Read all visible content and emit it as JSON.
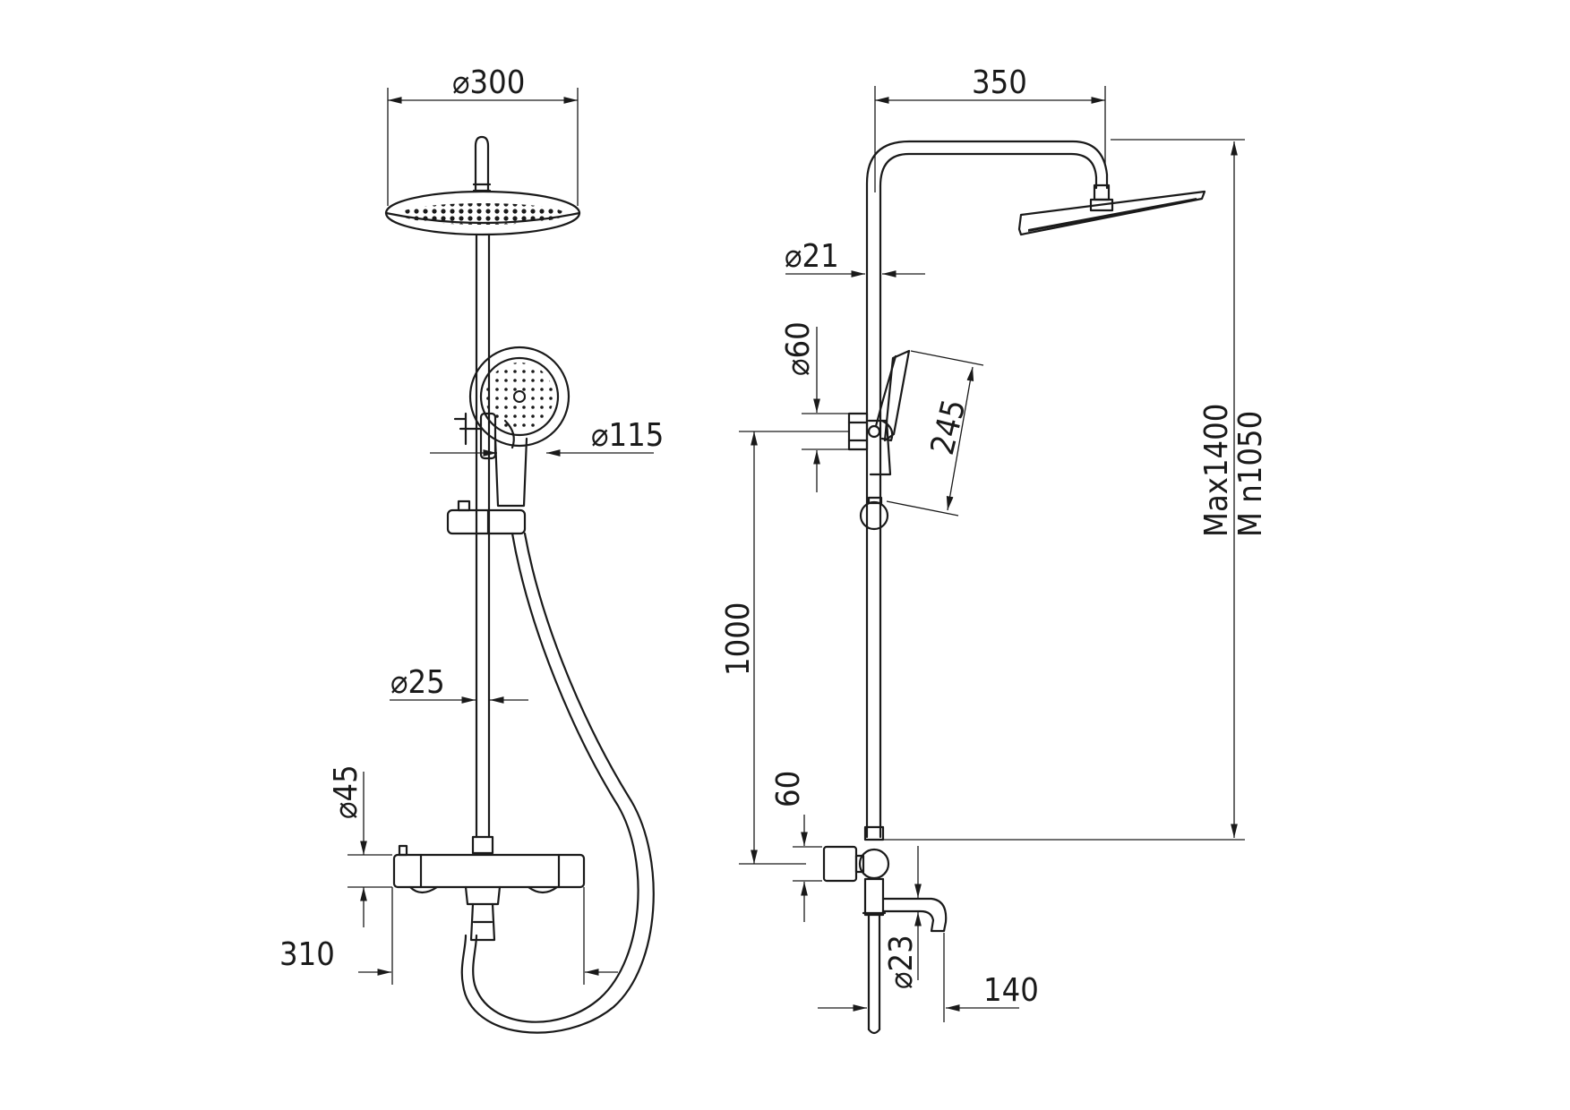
{
  "dimensions": {
    "head_diameter": "⌀300",
    "hand_shower_diameter": "⌀115",
    "rail_diameter": "⌀25",
    "mixer_diameter": "⌀45",
    "mixer_width": "310",
    "arm_reach": "350",
    "pipe_diameter": "⌀21",
    "holder_diameter": "⌀60",
    "hand_shower_length": "245",
    "slide_height": "1000",
    "mixer_height": "60",
    "spout_diameter": "⌀23",
    "spout_projection": "140",
    "max_height": "Max1400",
    "min_height": "M n1050"
  }
}
